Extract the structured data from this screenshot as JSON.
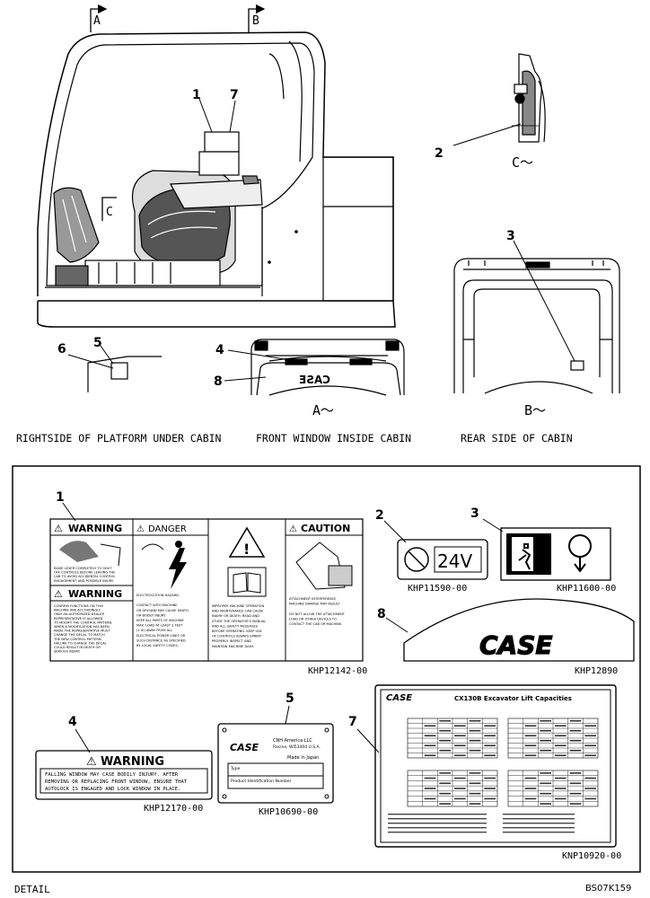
{
  "section_markers": {
    "a": "A",
    "b": "B",
    "c": "C"
  },
  "view_labels": {
    "c_view": "C～",
    "a_view": "A～",
    "b_view": "B～"
  },
  "callouts": [
    "1",
    "7",
    "2",
    "3",
    "6",
    "5",
    "4",
    "8"
  ],
  "captions": {
    "platform": "RIGHTSIDE OF PLATFORM UNDER CABIN",
    "front_window": "FRONT WINDOW INSIDE CABIN",
    "rear": "REAR SIDE OF CABIN"
  },
  "detail": {
    "title": "DETAIL",
    "drawing_id": "BS07K159",
    "callouts": [
      "1",
      "2",
      "3",
      "8",
      "4",
      "5",
      "7"
    ],
    "part_numbers": {
      "p1": "KHP12142-00",
      "p2": "KHP11590-00",
      "p3": "KHP11600-00",
      "p8": "KHP12890",
      "p4": "KHP12170-00",
      "p5": "KHP10690-00",
      "p7": "KNP10920-00"
    }
  },
  "decals": {
    "warning_1": "WARNING",
    "warning_1_text": [
      "RAISE LEVER COMPLETELY TO SHUT",
      "OFF CONTROLS BEFORE LEAVING THE",
      "CAB TO AVOID ACCIDENTAL CONTROL",
      "ENGAGEMENT AND POSSIBLE INJURY."
    ],
    "warning_2": "WARNING",
    "warning_2_text": [
      "CONFIRM FUNCTIONS ON THIS",
      "MACHINE ARE ACCORDINGLY.",
      "ONLY AN AUTHORIZED DEALER",
      "REPRESENTATIVE IS ALLOWED",
      "TO MODIFY THE CONTROL PATTERN.",
      "WHEN A MODIFICATION HAS BEEN",
      "MADE THE REPRESENTATIVE MUST",
      "CHANGE THE DECAL TO MATCH",
      "THE NEW CONTROL PATTERN.",
      "FAILURE TO CHANGE THE DECAL",
      "COULD RESULT IN DEATH OR",
      "SERIOUS INJURY."
    ],
    "danger": "DANGER",
    "danger_text": [
      "ELECTROCUTION HAZARD",
      "",
      "CONTACT WITH MACHINE",
      "OR GROUND MAY CAUSE DEATH",
      "OR BODILY INJURY.",
      "KEEP ALL PARTS OF MACHINE",
      "MAX. LOAD AT LEAST 3 FEET",
      "(1 m) AWAY FROM ALL",
      "ELECTRICAL POWER LINES OR",
      "SUCH DISTANCE AS SPECIFIED",
      "BY LOCAL SAFETY CODES."
    ],
    "middle_text": [
      "IMPROPER MACHINE OPERATION",
      "AND MAINTENANCE CAN CAUSE",
      "INJURY OR DEATH. READ AND",
      "STUDY THE OPERATOR'S MANUAL",
      "AND ALL SAFETY MESSAGES",
      "BEFORE OPERATING. KEEP USE",
      "OF CONTROLS ALWAYS SPRINT",
      "PROPERLY. INSPECT AND",
      "MAINTAIN MACHINE DAILY."
    ],
    "caution": "CAUTION",
    "caution_text": [
      "ATTACHMENT INTERFERENCE",
      "MACHINE DAMAGE MAY RESULT",
      "",
      "DO NOT ALLOW THE ATTACHMENT",
      "LOAD OR OTHER DEVICES TO",
      "CONTACT THE CAB OR MACHINE."
    ],
    "voltage": "24V",
    "window_warning": "WARNING",
    "window_warning_text": [
      "FALLING WINDOW MAY CASE BODILY INJURY. AFTER",
      "REMOVING OR REPLACING FRONT WINDOW, ENSURE THAT",
      "AUTOLOCK IS ENGAGED AND LOCK WINDOW IN PLACE."
    ],
    "brand": "CASE",
    "plate_company": "CNH America LLC",
    "plate_city": "Racine, WI53404 U.S.A.",
    "plate_made": "Made in Japan",
    "plate_type": "Type",
    "plate_pin": "Product Identification Number",
    "lift_title": "CX130B Excavator Lift Capacities"
  }
}
